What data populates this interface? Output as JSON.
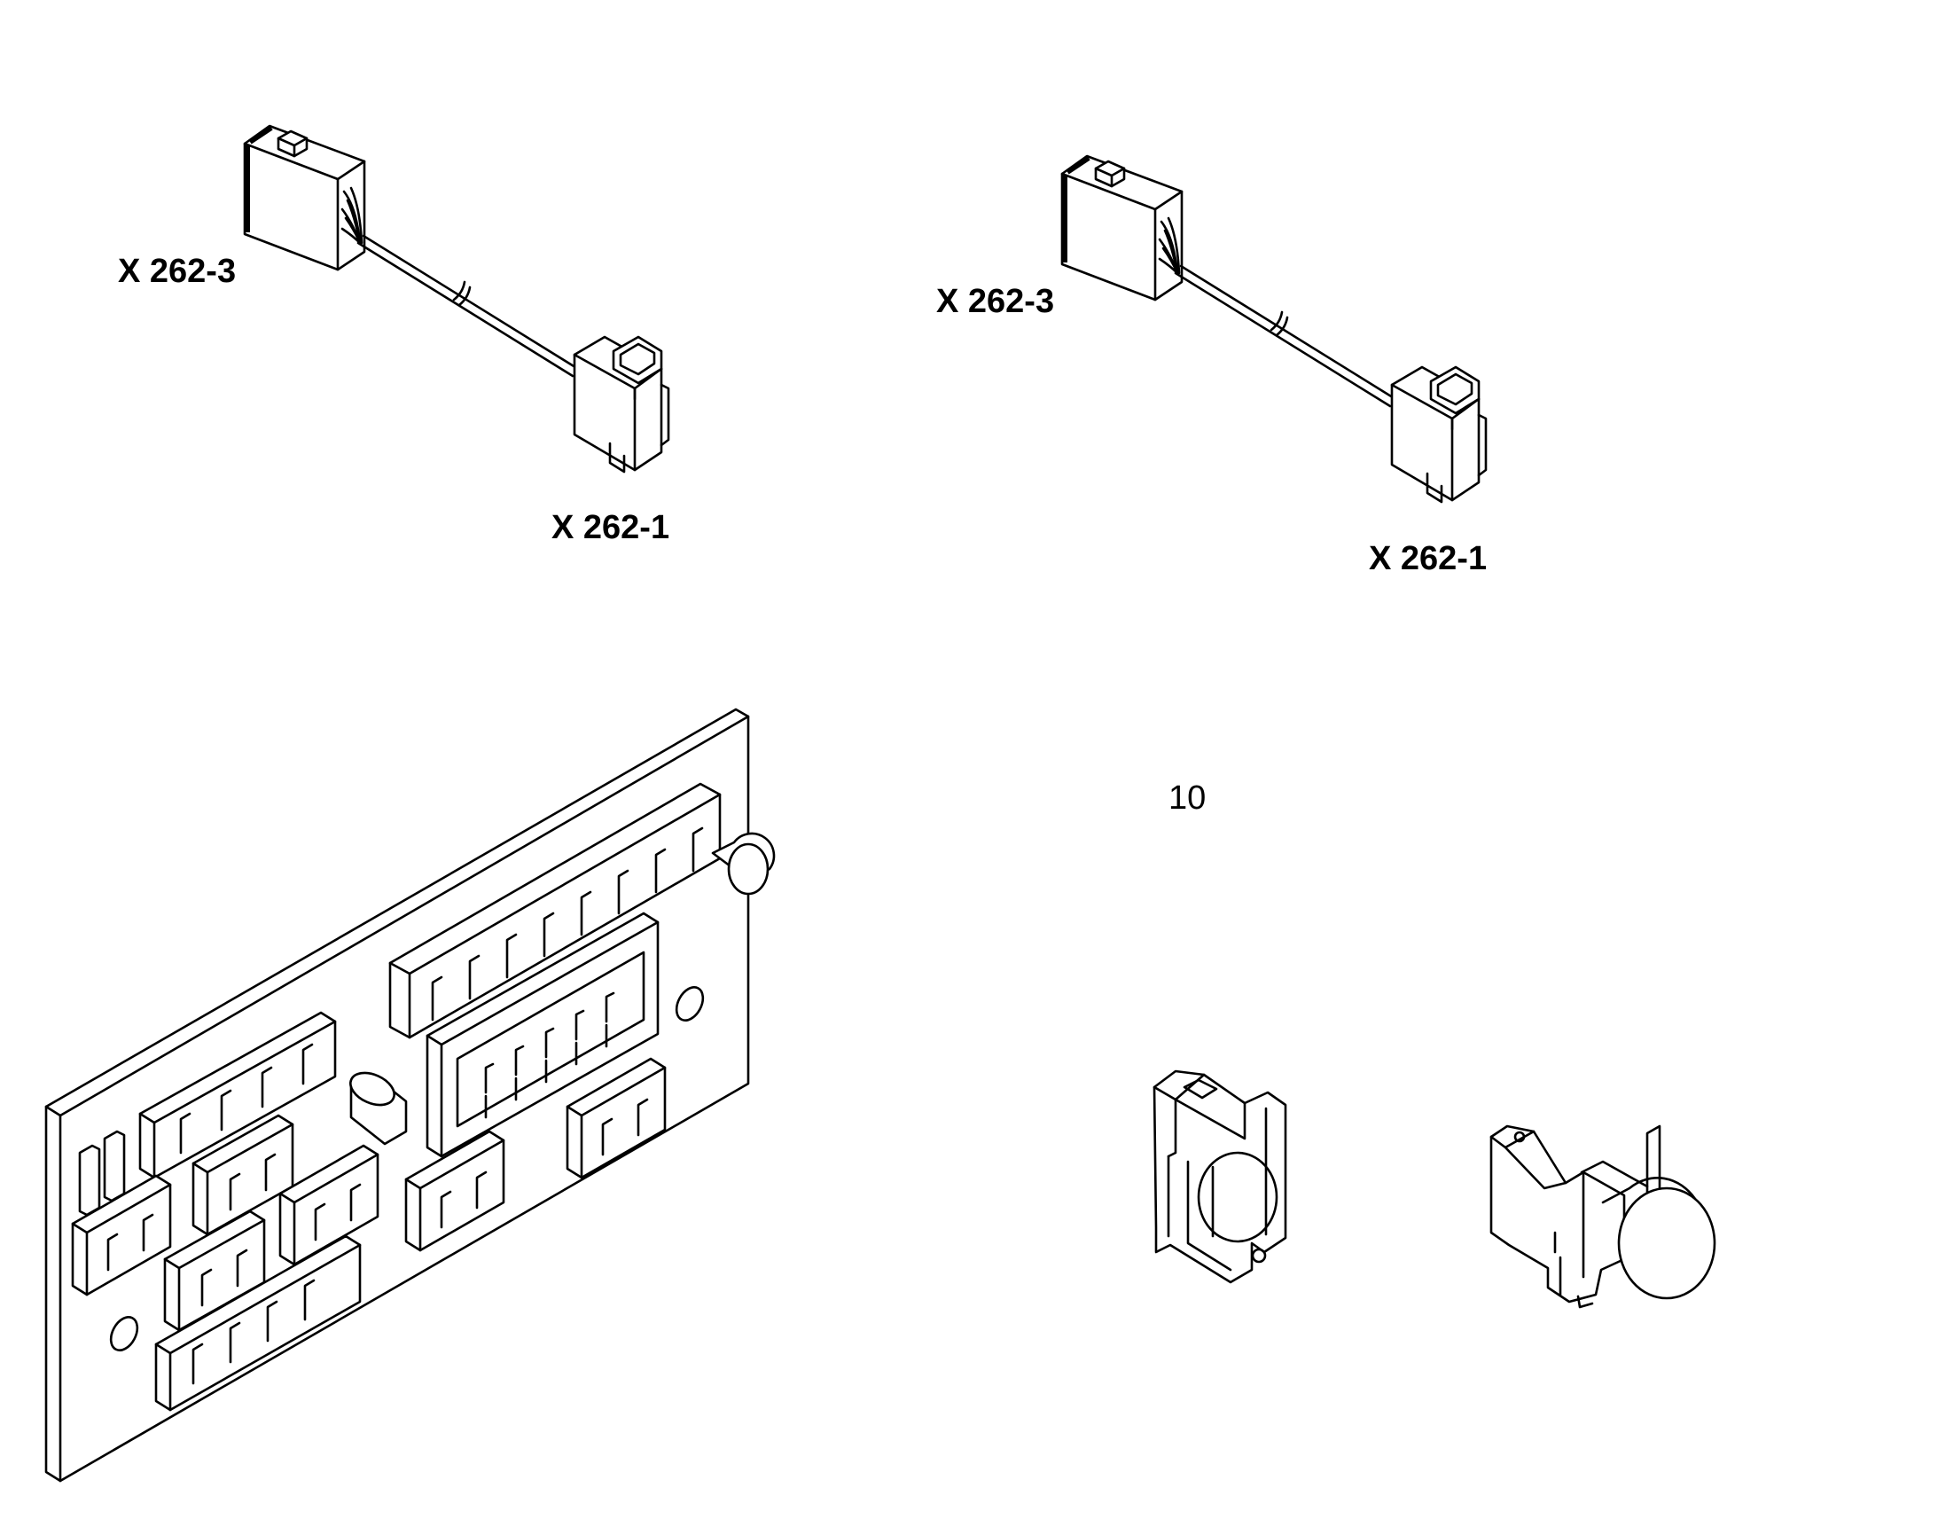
{
  "labels": {
    "left_harness_end_a": "X 262-3",
    "left_harness_end_b": "X 262-1",
    "right_harness_end_a": "X 262-3",
    "right_harness_end_b": "X 262-1",
    "item_number": "10"
  }
}
